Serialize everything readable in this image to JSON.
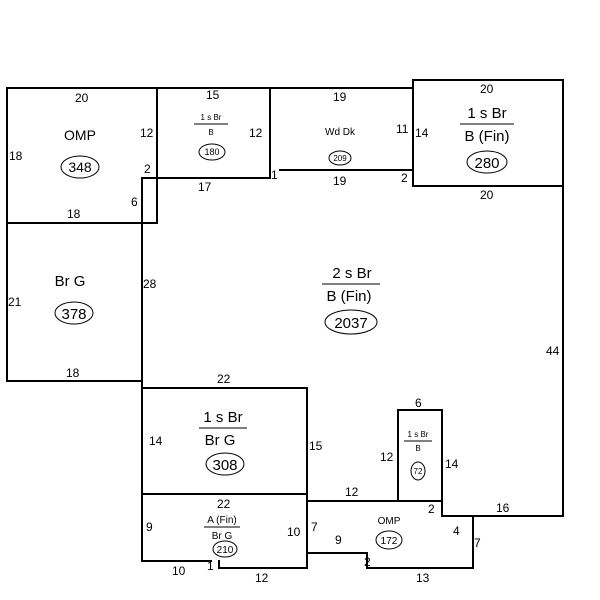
{
  "dimensions": {
    "omp_top": "20",
    "omp_left": "18",
    "omp_right": "12",
    "omp_bottom": "18",
    "omp_step": "2",
    "b_top": "15",
    "b_right": "12",
    "b_bottom": "17",
    "b_step": "1",
    "wd_top": "19",
    "wd_bottom": "19",
    "wd_right": "11",
    "wd_step": "2",
    "fin_top": "20",
    "fin_left": "14",
    "fin_bottom": "20",
    "main_notch": "6",
    "main_left": "28",
    "main_right": "44",
    "brg_left": "21",
    "brg_bottom": "18",
    "mid_top": "22",
    "mid_left": "14",
    "mid_right": "15",
    "a_top": "22",
    "a_left": "9",
    "a_right": "10",
    "a_bottom_left": "10",
    "a_step": "1",
    "a_bottom": "12",
    "omp2_left": "7",
    "omp2_inner": "9",
    "omp2_step": "2",
    "omp2_top": "12",
    "omp2_bottom": "13",
    "omp2_right_step": "4",
    "omp2_right": "7",
    "bay_top": "6",
    "bay_left": "12",
    "bay_right": "14",
    "bay_step": "2",
    "bottom_right": "16"
  },
  "rooms": {
    "omp_nw": {
      "label": "OMP",
      "area": "348"
    },
    "b_small": {
      "top": "1 s Br",
      "bottom": "B",
      "area": "180"
    },
    "wd_dk": {
      "label": "Wd Dk",
      "area": "209"
    },
    "b_fin_1s": {
      "top": "1 s Br",
      "bottom": "B (Fin)",
      "area": "280"
    },
    "br_g": {
      "label": "Br G",
      "area": "378"
    },
    "main": {
      "top": "2 s Br",
      "bottom": "B (Fin)",
      "area": "2037"
    },
    "br_g_1s": {
      "top": "1 s Br",
      "bottom": "Br G",
      "area": "308"
    },
    "bay": {
      "top": "1 s Br",
      "bottom": "B",
      "area": "72"
    },
    "a_fin": {
      "top": "A (Fin)",
      "bottom": "Br G",
      "area": "210"
    },
    "omp_s": {
      "label": "OMP",
      "area": "172"
    }
  }
}
